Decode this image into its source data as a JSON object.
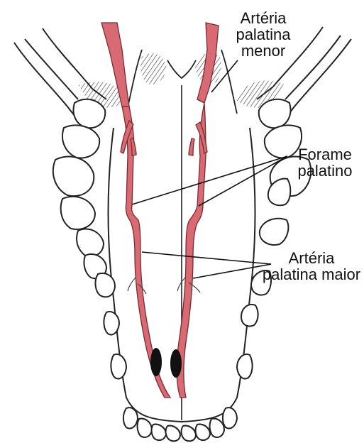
{
  "labels": {
    "arteria_palatina_menor": {
      "line1": "Artéria",
      "line2": "palatina",
      "line3": "menor"
    },
    "forame_palatino": {
      "line1": "Forame",
      "line2": "palatino"
    },
    "arteria_palatina_maior": {
      "line1": "Artéria",
      "line2": "palatina maior"
    }
  },
  "colors": {
    "artery": "#d76a72",
    "artery_outline": "#7a2a30",
    "bone_line": "#222222",
    "foramen": "#111111",
    "background": "#ffffff"
  }
}
